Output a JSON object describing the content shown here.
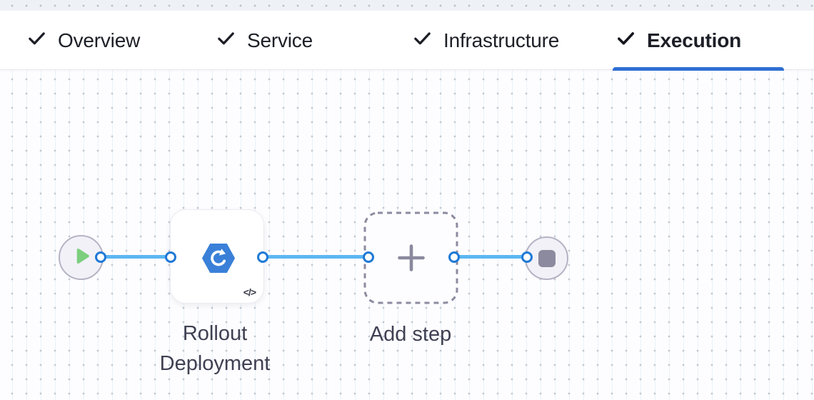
{
  "tabs": [
    {
      "label": "Overview",
      "status": "completed",
      "active": false
    },
    {
      "label": "Service",
      "status": "completed",
      "active": false
    },
    {
      "label": "Infrastructure",
      "status": "completed",
      "active": false
    },
    {
      "label": "Execution",
      "status": "completed",
      "active": true
    }
  ],
  "pipeline": {
    "start_node": {
      "type": "start",
      "icon": "play-icon"
    },
    "step_node": {
      "label": "Rollout Deployment",
      "icon": "k8s-rollout-icon",
      "code_badge": "</>"
    },
    "add_step": {
      "label": "Add step",
      "icon": "plus-icon"
    },
    "end_node": {
      "type": "end",
      "icon": "stop-icon"
    }
  },
  "colors": {
    "active_tab_underline": "#2e6fd3",
    "edge_blue": "#5cb6f2",
    "port_ring_blue": "#1f79d6",
    "play_green": "#7ccf7e",
    "step_icon_blue": "#3a80d8",
    "node_fill": "#f2f1f8",
    "dashed_border": "#8c8ba0"
  }
}
